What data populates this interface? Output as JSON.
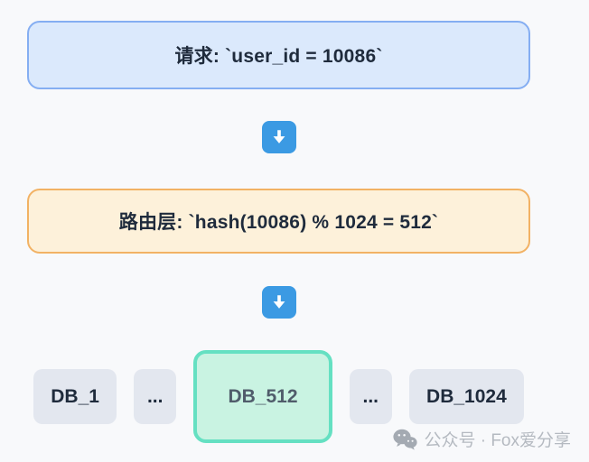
{
  "diagram": {
    "request_box": {
      "label": "请求: `user_id = 10086`"
    },
    "routing_box": {
      "label": "路由层: `hash(10086) % 1024 = 512`"
    },
    "db_nodes": [
      {
        "label": "DB_1",
        "highlighted": false
      },
      {
        "label": "...",
        "highlighted": false
      },
      {
        "label": "DB_512",
        "highlighted": true
      },
      {
        "label": "...",
        "highlighted": false
      },
      {
        "label": "DB_1024",
        "highlighted": false
      }
    ],
    "arrow_icon": "down-arrow-emoji"
  },
  "watermark": {
    "icon": "wechat-logo",
    "text": "公众号 · Fox爱分享"
  },
  "colors": {
    "page_background": "#f8f9fb",
    "request_box_bg": "#dbe9fc",
    "request_box_border": "#85aef2",
    "routing_box_bg": "#fdf1da",
    "routing_box_border": "#f2b264",
    "arrow_blue": "#3b9ae3",
    "db_node_bg": "#e3e7ef",
    "db_highlight_bg": "#c9f3e2",
    "db_highlight_border": "#65e0c2",
    "text_dark": "#1f2b3c",
    "watermark_gray": "#b5bac1"
  }
}
